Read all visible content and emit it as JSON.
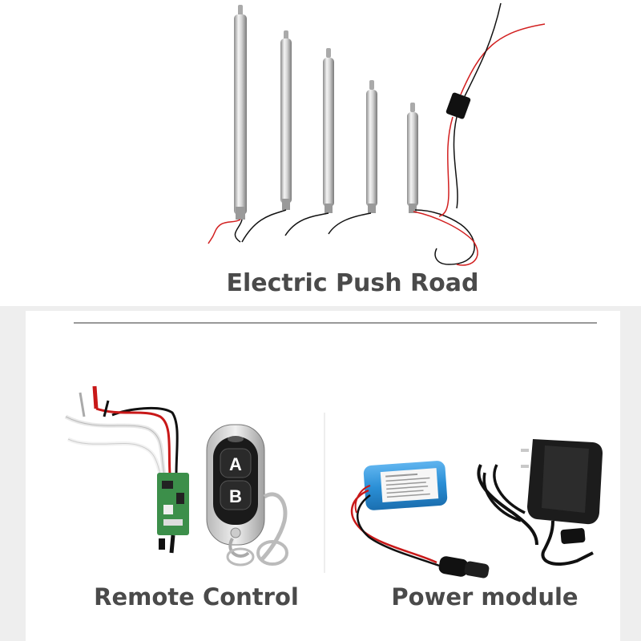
{
  "sections": {
    "push_rod": {
      "caption": "Electric Push Road"
    },
    "remote": {
      "caption": "Remote Control",
      "button_a": "A",
      "button_b": "B"
    },
    "power": {
      "caption": "Power module"
    }
  },
  "colors": {
    "caption": "#4a4a4a",
    "steel": "#c9c9c9",
    "battery_blue": "#2a8fd6",
    "wire_red": "#d22020",
    "wire_black": "#111111"
  }
}
